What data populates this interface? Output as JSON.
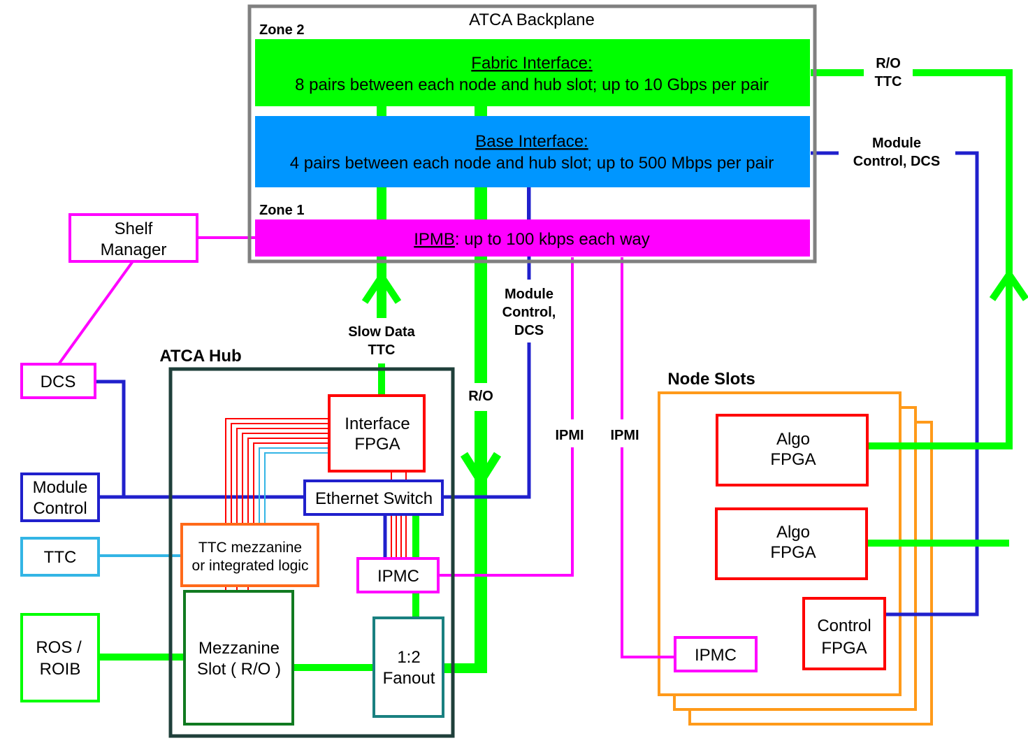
{
  "backplane": {
    "title": "ATCA Backplane",
    "zone2": "Zone 2",
    "zone1": "Zone 1",
    "fabric_title": "Fabric Interface:",
    "fabric_desc": "8 pairs between each node and hub slot; up to 10 Gbps per pair",
    "base_title": "Base Interface:",
    "base_desc": "4 pairs between each node and hub slot; up to 500 Mbps per pair",
    "ipmb_title": "IPMB",
    "ipmb_desc": ": up to 100 kbps each way"
  },
  "external": {
    "shelf_manager_1": "Shelf",
    "shelf_manager_2": "Manager",
    "dcs": "DCS",
    "module_control_1": "Module",
    "module_control_2": "Control",
    "ttc": "TTC",
    "ros_1": "ROS /",
    "ros_2": "ROIB"
  },
  "hub": {
    "title": "ATCA Hub",
    "interface_fpga_1": "Interface",
    "interface_fpga_2": "FPGA",
    "ethernet_switch": "Ethernet Switch",
    "ttc_mezz_1": "TTC mezzanine",
    "ttc_mezz_2": "or integrated logic",
    "ipmc": "IPMC",
    "mezz_slot_1": "Mezzanine",
    "mezz_slot_2": "Slot ( R/O )",
    "fanout_1": "1:2",
    "fanout_2": "Fanout"
  },
  "labels": {
    "ro_ttc_1": "R/O",
    "ro_ttc_2": "TTC",
    "module_control_dcs_right_1": "Module",
    "module_control_dcs_right_2": "Control, DCS",
    "slow_data_1": "Slow Data",
    "slow_data_2": "TTC",
    "module_control_mid_1": "Module",
    "module_control_mid_2": "Control,",
    "module_control_mid_3": "DCS",
    "ro": "R/O",
    "ipmi_1": "IPMI",
    "ipmi_2": "IPMI"
  },
  "node": {
    "title": "Node Slots",
    "algo1_1": "Algo",
    "algo1_2": "FPGA",
    "algo2_1": "Algo",
    "algo2_2": "FPGA",
    "control_1": "Control",
    "control_2": "FPGA",
    "ipmc": "IPMC"
  },
  "colors": {
    "green": "#00ff00",
    "blue": "#0096ff",
    "magenta": "#ff00ff",
    "navy": "#2020cc",
    "red": "#ff0000",
    "orange": "#ff9a1a",
    "cyan": "#33b5e5",
    "teal": "#1a8080",
    "darkgreen": "#107a20",
    "hubborder": "#1f3f3a"
  }
}
